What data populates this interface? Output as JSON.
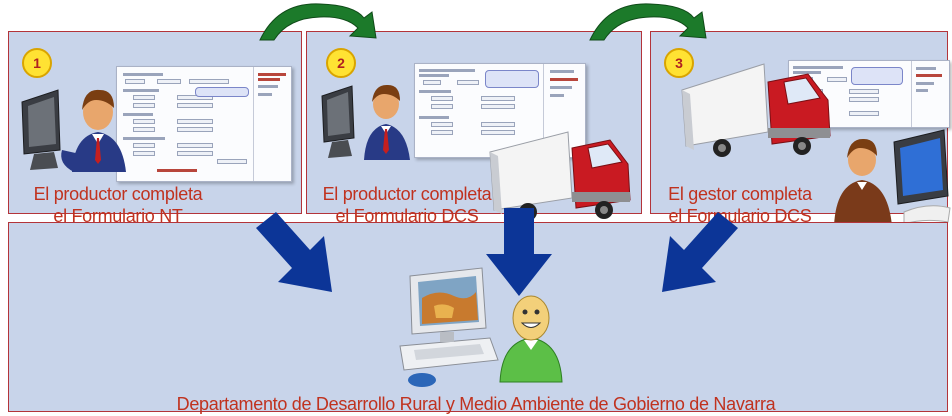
{
  "steps": [
    {
      "number": "1",
      "caption_line1": "El productor completa",
      "caption_line2": "el Formulario NT"
    },
    {
      "number": "2",
      "caption_line1": "El productor completa",
      "caption_line2": "el Formulario DCS"
    },
    {
      "number": "3",
      "caption_line1": "El gestor completa",
      "caption_line2": "el Formulario DCS"
    }
  ],
  "department": {
    "label": "Departamento de Desarrollo Rural y Medio Ambiente de Gobierno de Navarra"
  },
  "colors": {
    "panel_bg": "#c8d4ea",
    "panel_border": "#b3343a",
    "caption_text": "#c0321f",
    "arrow_blue": "#0c3597",
    "arrow_green": "#1c7a2a",
    "badge_fill": "#ffe233"
  }
}
